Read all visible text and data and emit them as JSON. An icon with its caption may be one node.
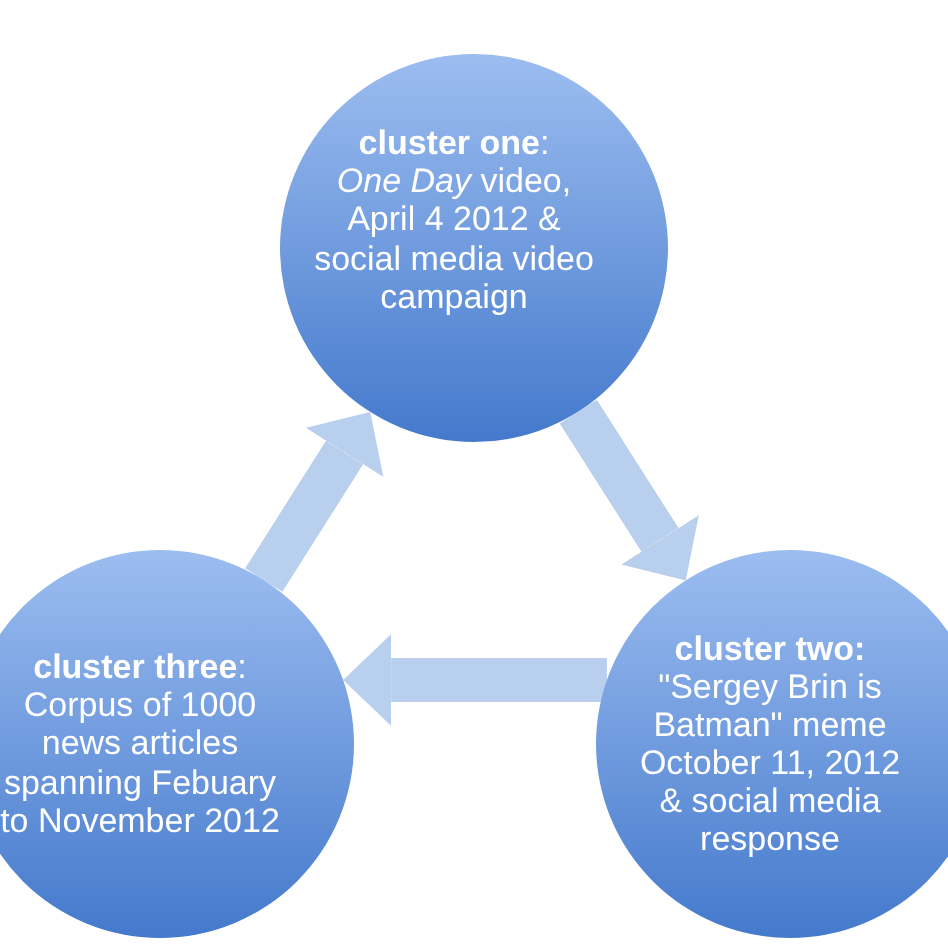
{
  "diagram": {
    "nodes": [
      {
        "text": [
          "**cluster one**:",
          "*One Day* video, April 4 2012 & social media video campaign"
        ]
      },
      {
        "text": [
          "**cluster two:**",
          "\"Sergey Brin is Batman\" meme October 11, 2012 & social media response"
        ]
      },
      {
        "text": [
          "**cluster three**:",
          "Corpus of 1000 news articles spanning Febuary to November 2012"
        ]
      }
    ],
    "edges": [
      {
        "from": 0,
        "to": 1,
        "arrow": "to"
      },
      {
        "from": 1,
        "to": 2,
        "arrow": "to"
      },
      {
        "from": 2,
        "to": 0,
        "arrow": "to"
      }
    ]
  }
}
